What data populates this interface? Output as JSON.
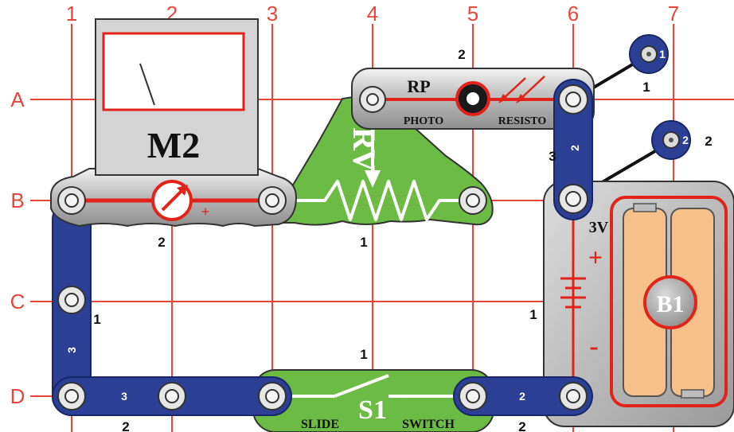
{
  "grid": {
    "columns": [
      "1",
      "2",
      "3",
      "4",
      "5",
      "6",
      "7"
    ],
    "rows": [
      "A",
      "B",
      "C",
      "D"
    ]
  },
  "meter": {
    "label": "M2",
    "level": "2",
    "polarity": "+"
  },
  "photoresistor": {
    "label": "RP",
    "text_left": "PHOTO",
    "text_right": "RESISTO",
    "level": "2"
  },
  "variable_resistor": {
    "label": "RV",
    "level": "1"
  },
  "battery": {
    "label": "B1",
    "voltage": "3V",
    "plus": "+",
    "minus": "-",
    "level": "1"
  },
  "switch": {
    "label": "S1",
    "text_left": "SLIDE",
    "text_right": "SWITCH",
    "level": "1"
  },
  "wires": {
    "single1": {
      "number": "1",
      "level": "1"
    },
    "single2": {
      "number": "2",
      "level": "2"
    }
  },
  "snaps": {
    "left_vertical": {
      "number": "3",
      "level": "1"
    },
    "bottom_left": {
      "number": "3",
      "level": "2"
    },
    "bottom_right": {
      "number": "2",
      "level": "2"
    },
    "right_vertical": {
      "number": "2",
      "level": "3"
    }
  },
  "colors": {
    "grid": "#e8463a",
    "snap_blue": "#2b3f94",
    "green": "#6cbb45",
    "gray": "#c9c9c9",
    "orange": "#f6c08a",
    "red": "#e2231a"
  }
}
